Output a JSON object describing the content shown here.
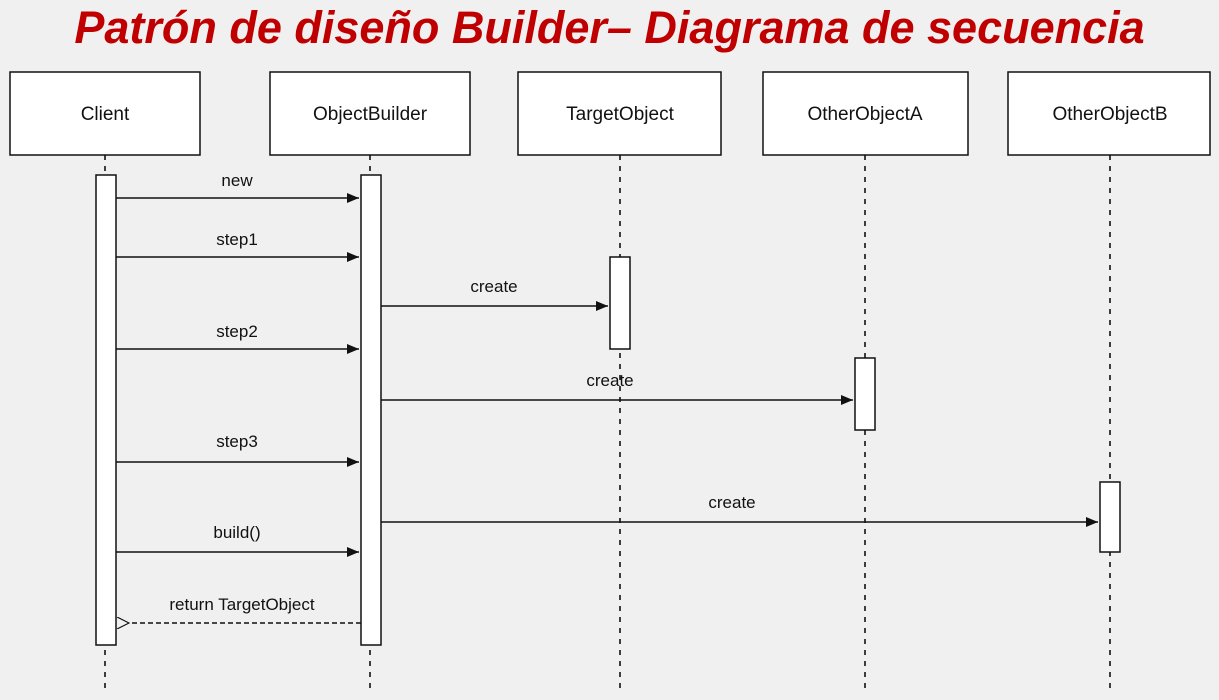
{
  "title": "Patrón de diseño Builder– Diagrama de secuencia",
  "colors": {
    "title": "#c00000",
    "background": "#f0f0f0",
    "box_fill": "#ffffff",
    "line": "#111111"
  },
  "participants": [
    {
      "id": "client",
      "label": "Client"
    },
    {
      "id": "objectbuilder",
      "label": "ObjectBuilder"
    },
    {
      "id": "targetobject",
      "label": "TargetObject"
    },
    {
      "id": "otherobjecta",
      "label": "OtherObjectA"
    },
    {
      "id": "otherobjectb",
      "label": "OtherObjectB"
    }
  ],
  "messages": [
    {
      "from": "client",
      "to": "objectbuilder",
      "label": "new",
      "kind": "sync"
    },
    {
      "from": "client",
      "to": "objectbuilder",
      "label": "step1",
      "kind": "sync"
    },
    {
      "from": "objectbuilder",
      "to": "targetobject",
      "label": "create",
      "kind": "sync"
    },
    {
      "from": "client",
      "to": "objectbuilder",
      "label": "step2",
      "kind": "sync"
    },
    {
      "from": "objectbuilder",
      "to": "otherobjecta",
      "label": "create",
      "kind": "sync"
    },
    {
      "from": "client",
      "to": "objectbuilder",
      "label": "step3",
      "kind": "sync"
    },
    {
      "from": "objectbuilder",
      "to": "otherobjectb",
      "label": "create",
      "kind": "sync"
    },
    {
      "from": "client",
      "to": "objectbuilder",
      "label": "build()",
      "kind": "sync"
    },
    {
      "from": "objectbuilder",
      "to": "client",
      "label": "return TargetObject",
      "kind": "return"
    }
  ]
}
